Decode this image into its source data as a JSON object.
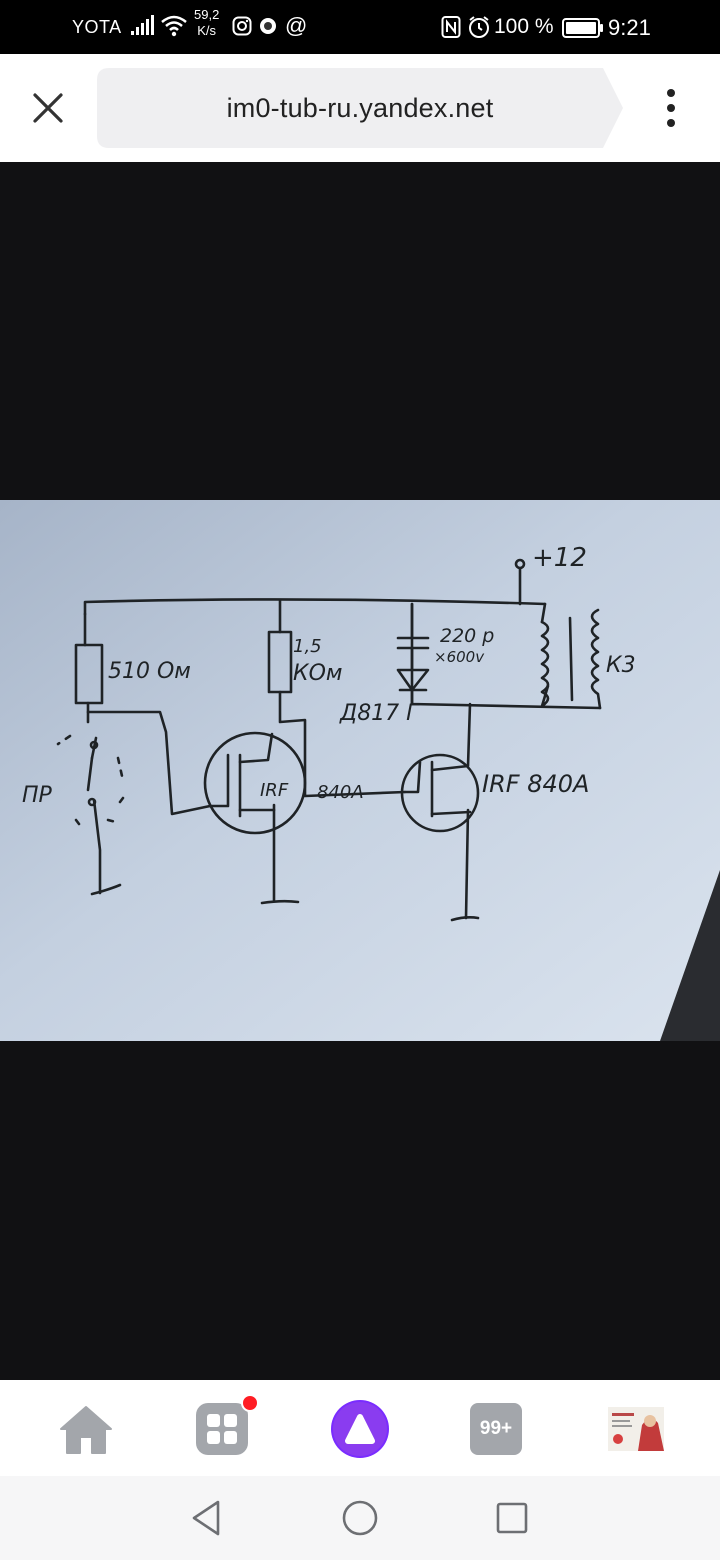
{
  "status_bar": {
    "carrier": "YOTA",
    "speed_value": "59,2",
    "speed_unit": "K/s",
    "battery": "100 %",
    "time": "9:21",
    "icons": [
      "signal-icon",
      "wifi-icon",
      "instagram-icon",
      "bug-icon",
      "at-icon",
      "nfc-icon",
      "alarm-icon",
      "battery-icon"
    ]
  },
  "browser": {
    "url": "im0-tub-ru.yandex.net"
  },
  "image": {
    "labels": {
      "supply": "+12",
      "r1": "510 Ом",
      "r2_value": "1,5",
      "r2_unit": "КОм",
      "cap_value": "220 p",
      "cap_voltage": "×600v",
      "diode": "Д817 Г",
      "coil": "К3",
      "switch": "ПР",
      "q1_a": "IRF",
      "q1_b": "840А",
      "q2": "IRF 840A"
    }
  },
  "bottom_nav": {
    "tabs_count": "99+",
    "items": [
      "home-icon",
      "apps-icon",
      "alice-icon",
      "tabs-icon",
      "profile-thumbnail"
    ]
  },
  "system_nav": [
    "back-icon",
    "home-circle-icon",
    "recents-icon"
  ]
}
